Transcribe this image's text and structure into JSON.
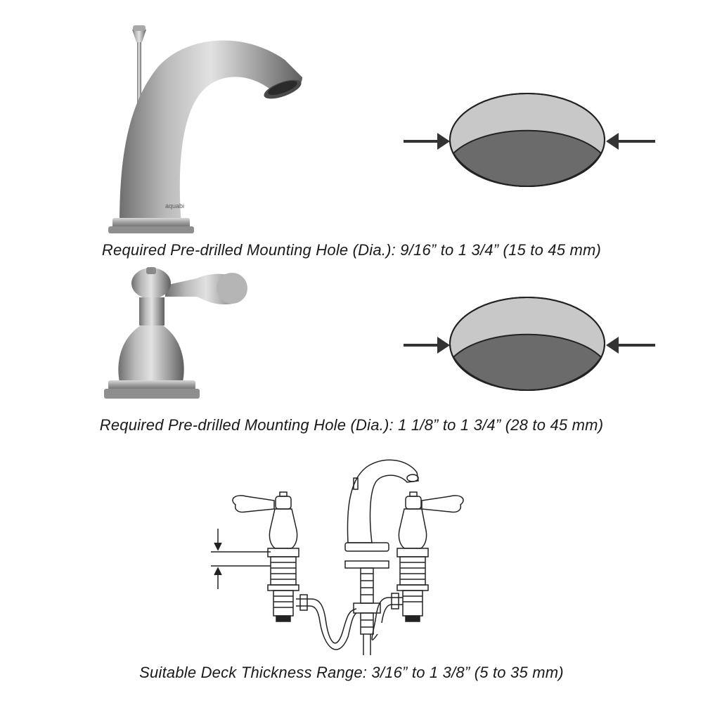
{
  "spout": {
    "brand": "aquabi",
    "caption": "Required Pre-drilled Mounting Hole (Dia.): 9/16” to 1 3/4” (15 to 45 mm)"
  },
  "handle": {
    "caption": "Required Pre-drilled Mounting Hole (Dia.): 1 1/8” to 1 3/4” (28 to 45 mm)"
  },
  "deck": {
    "caption": "Suitable Deck Thickness Range: 3/16” to 1 3/8” (5 to 35 mm)"
  },
  "colors": {
    "hole_top": "#c8c8c8",
    "hole_bottom": "#6b6b6b",
    "arrow": "#333333",
    "metal": "#8c8c8c"
  },
  "icons": [
    "spout-faucet-icon",
    "mounting-hole-icon",
    "lever-handle-icon",
    "faucet-assembly-diagram-icon"
  ]
}
